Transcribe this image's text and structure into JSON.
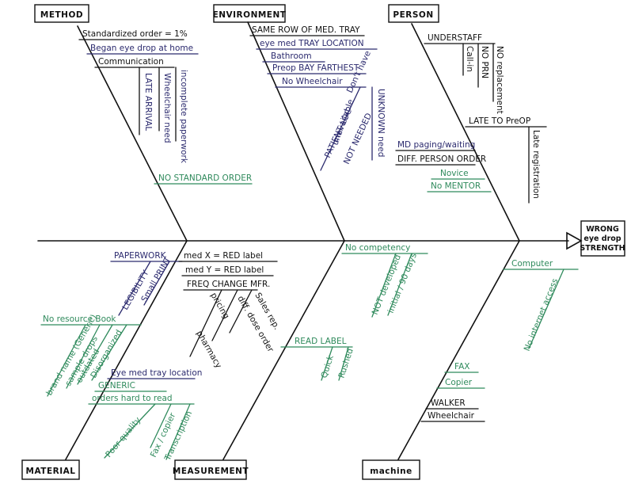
{
  "colors": {
    "ink": "#111111",
    "blue": "#2b2a6e",
    "green": "#2f8a5c"
  },
  "head": {
    "line1": "WRONG",
    "line2": "eye drop",
    "line3": "STRENGTH"
  },
  "categories": {
    "method": "METHOD",
    "environment": "ENVIRONMENT",
    "person": "PERSON",
    "material": "MATERIAL",
    "measurement": "MEASUREMENT",
    "machine": "machine"
  },
  "method": {
    "standard": "Standardized order = 1%",
    "began": "Began eye drop at home",
    "communication": "Communication",
    "late_arrival": "LATE ARRIVAL",
    "wheelchair_need": "Wheelchair need",
    "incomplete_paperwork": "incomplete paperwork",
    "no_standard_order": "NO STANDARD ORDER"
  },
  "environment": {
    "same_row": "SAME ROW OF MED. TRAY",
    "eye_med_tray": "eye med TRAY LOCATION",
    "bathroom": "Bathroom",
    "preop_bay": "Preop BAY FARTHEST",
    "no_wheelchair": "No Wheelchair",
    "dont_have": "Don't have",
    "unavailable": "unavailable",
    "unknown_need": "UNKNOWN need",
    "patient_loc": "PATIENT LOC",
    "not_needed": "NOT NEEDED"
  },
  "person": {
    "understaff": "UNDERSTAFF",
    "call_in": "Call-in",
    "no_prn": "NO PRN",
    "no_replacement": "NO replacement",
    "late_to_preop": "LATE TO PreOP",
    "late_registration": "Late registration",
    "md_paging": "MD paging/waiting",
    "diff_person": "DIFF. PERSON ORDER",
    "novice": "Novice",
    "no_mentor": "No MENTOR"
  },
  "material": {
    "paperwork": "PAPERWORK",
    "legibility": "LEGIBILITY",
    "small_print": "Small PRINT",
    "no_resource_book": "No resource Book",
    "disorganized": "Disorganized",
    "outdated": "outdated",
    "sample_drops": "sample drops",
    "brand_name": "brand name (Generic)"
  },
  "measurement": {
    "med_x": "med X = RED label",
    "med_y": "med Y = RED label",
    "freq_change": "FREQ CHANGE MFR.",
    "pricing": "pricing",
    "sales_rep": "Sales rep.",
    "pharmacy": "pharmacy",
    "diff_dose": "diff. dose order",
    "eye_med_tray": "Eye med tray location",
    "generic": "GENERIC",
    "orders_hard": "orders hard to read",
    "fax_copier": "Fax / copier",
    "poor_quality": "Poor quality",
    "transcription": "Transcription"
  },
  "competency": {
    "no_competency": "No competency",
    "not_developed": "NOT developed",
    "initial_90": "initial / 90 days",
    "read_label": "READ LABEL",
    "quick": "Quick",
    "rushed": "Rushed"
  },
  "machine": {
    "computer": "Computer",
    "no_internet": "No internet access",
    "fax": "FAX",
    "copier": "Copier",
    "walker": "WALKER",
    "wheelchair": "Wheelchair"
  }
}
